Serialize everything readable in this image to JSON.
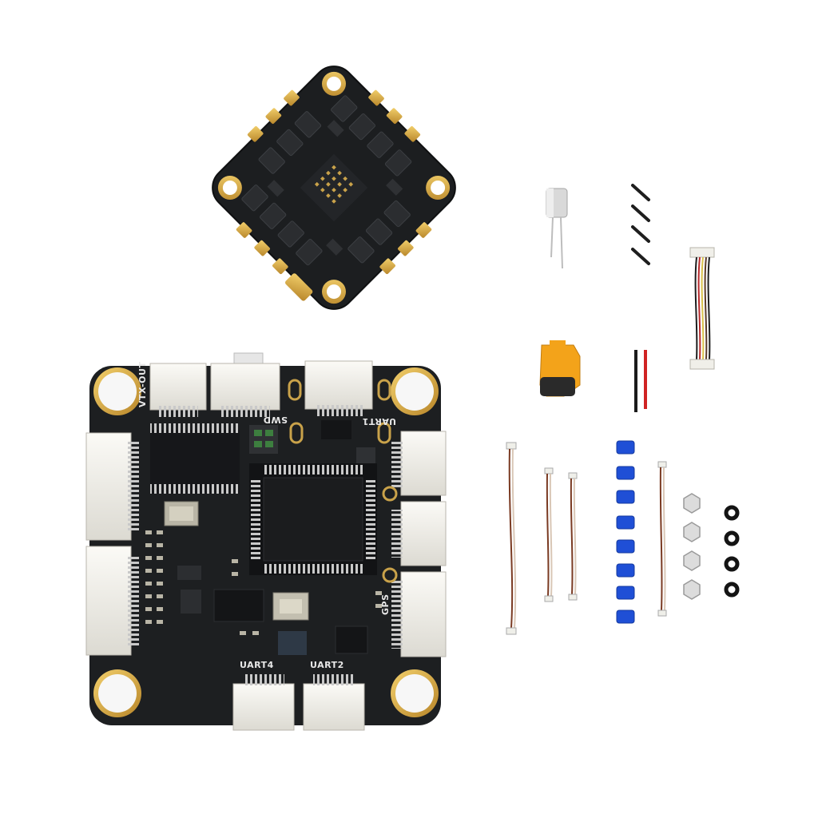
{
  "product_photo": {
    "background": "#ffffff",
    "pcb_color": "#1f2123",
    "gold_color": "#d6a83c",
    "connector_color": "#ecebe6",
    "accent_orange": "#f3a31a",
    "accent_blue": "#1f4fd6"
  },
  "flight_controller": {
    "silkscreen": {
      "top_left_vertical": "VTX-OUT",
      "swd": "SWD",
      "uart1": "UART1",
      "gps": "GPS",
      "uart4": "UART4",
      "uart2": "UART2"
    }
  },
  "accessories": {
    "items": [
      "capacitor-icon",
      "screw-icon",
      "cable-icon",
      "xt60-connector-icon",
      "power-wire-icon",
      "grommet-icon",
      "nut-icon",
      "o-ring-icon"
    ],
    "screw_count": 4,
    "grommet_count": 8,
    "nut_count": 4,
    "o_ring_count": 4
  }
}
